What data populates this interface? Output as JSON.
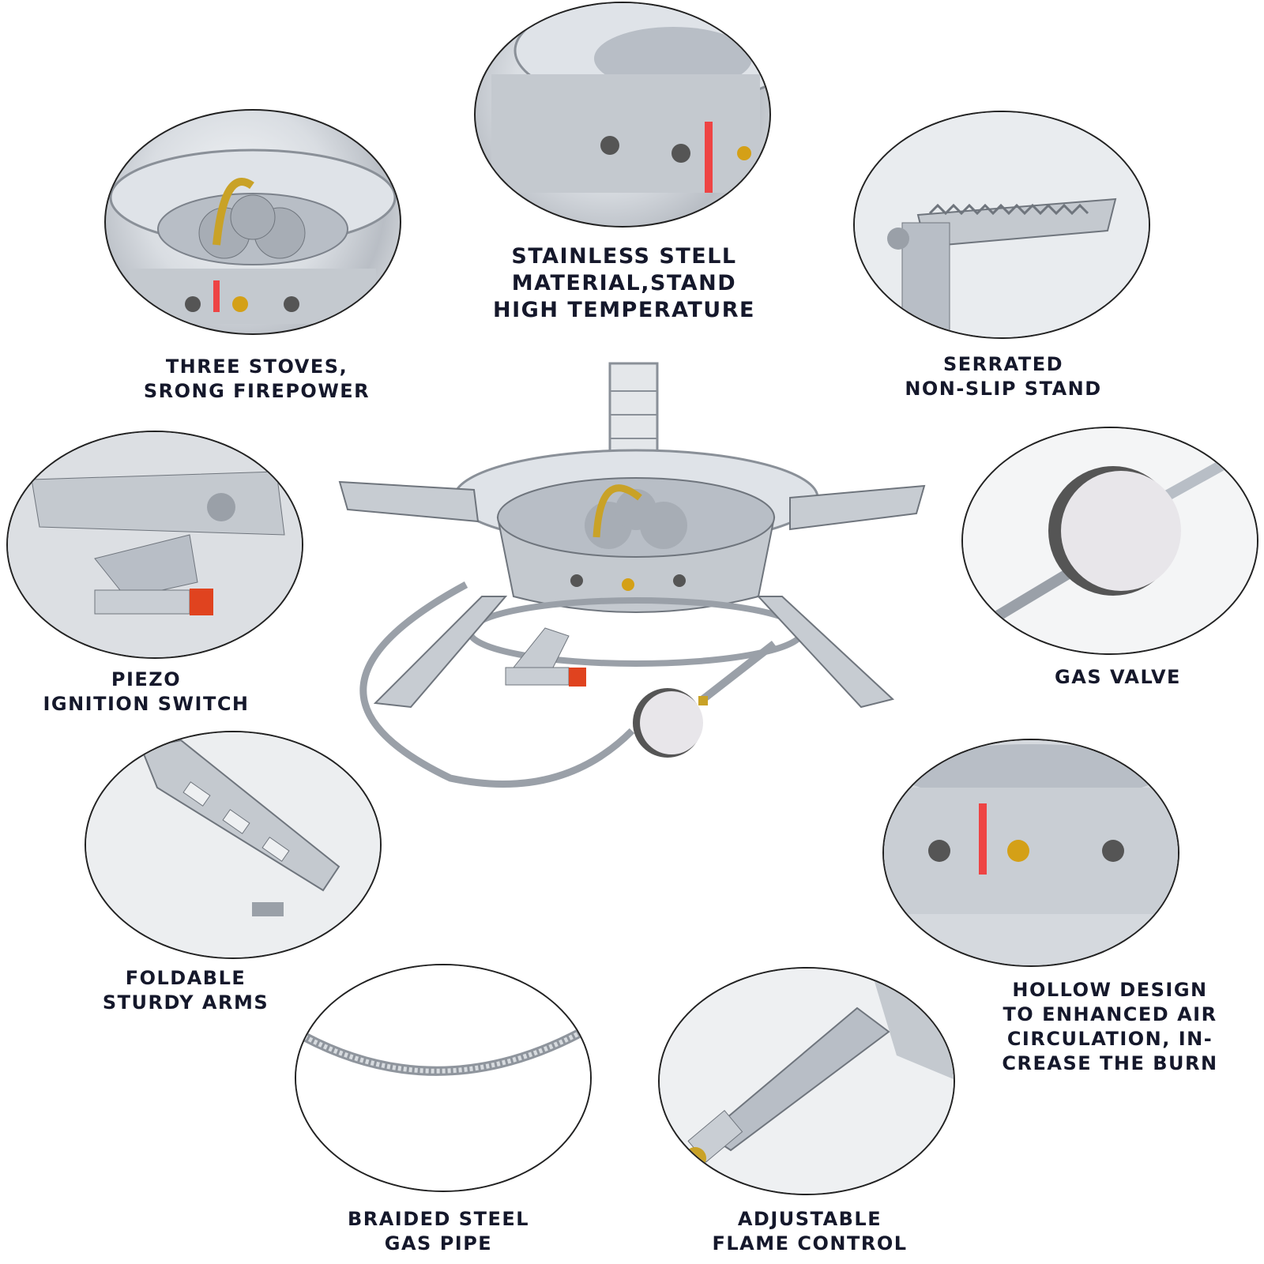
{
  "features": {
    "three_stoves": {
      "text": "THREE STOVES,\nSRONG FIREPOWER"
    },
    "stainless": {
      "text": "STAINLESS STELL\nMATERIAL,STAND\nHIGH TEMPERATURE"
    },
    "serrated": {
      "text": "SERRATED\nNON-SLIP STAND"
    },
    "piezo": {
      "text": "PIEZO\nIGNITION SWITCH"
    },
    "gas_valve": {
      "text": "GAS VALVE"
    },
    "foldable": {
      "text": "FOLDABLE\nSTURDY ARMS"
    },
    "hollow": {
      "text": "HOLLOW DESIGN\nTO ENHANCED AIR\nCIRCULATION, IN-\nCREASE THE BURN"
    },
    "braided": {
      "text": "BRAIDED STEEL\nGAS PIPE"
    },
    "adjustable": {
      "text": "ADJUSTABLE\nFLAME CONTROL"
    }
  },
  "colors": {
    "text": "#15182b",
    "steel": "#c7ccd2",
    "brass": "#c9a227",
    "ignition_red": "#e0431f"
  }
}
